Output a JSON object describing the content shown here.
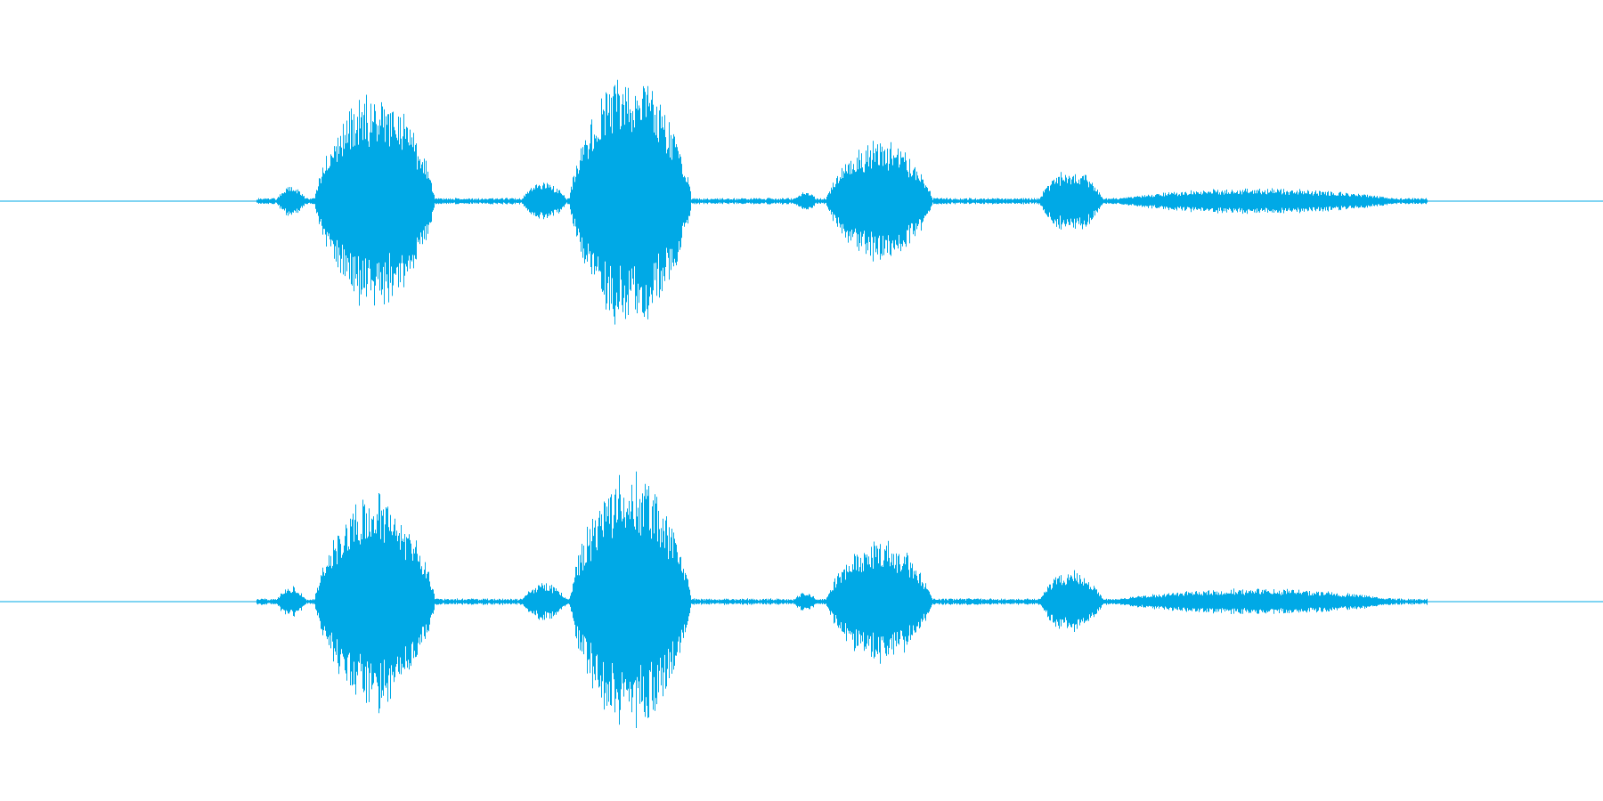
{
  "waveform": {
    "color": "#00a9e6",
    "background": "#ffffff",
    "channels": [
      {
        "name": "left",
        "segments": [
          {
            "start": 0.172,
            "end": 0.192,
            "peak": 0.12
          },
          {
            "start": 0.196,
            "end": 0.275,
            "peak": 0.85
          },
          {
            "start": 0.325,
            "end": 0.355,
            "peak": 0.15
          },
          {
            "start": 0.355,
            "end": 0.435,
            "peak": 1.0
          },
          {
            "start": 0.495,
            "end": 0.51,
            "peak": 0.08
          },
          {
            "start": 0.515,
            "end": 0.585,
            "peak": 0.48
          },
          {
            "start": 0.648,
            "end": 0.69,
            "peak": 0.25
          },
          {
            "start": 0.69,
            "end": 0.885,
            "peak": 0.1
          }
        ]
      },
      {
        "name": "right",
        "segments": [
          {
            "start": 0.172,
            "end": 0.192,
            "peak": 0.12
          },
          {
            "start": 0.196,
            "end": 0.275,
            "peak": 0.85
          },
          {
            "start": 0.325,
            "end": 0.355,
            "peak": 0.15
          },
          {
            "start": 0.355,
            "end": 0.435,
            "peak": 1.0
          },
          {
            "start": 0.495,
            "end": 0.51,
            "peak": 0.08
          },
          {
            "start": 0.515,
            "end": 0.585,
            "peak": 0.48
          },
          {
            "start": 0.648,
            "end": 0.69,
            "peak": 0.25
          },
          {
            "start": 0.69,
            "end": 0.885,
            "peak": 0.1
          }
        ]
      }
    ]
  }
}
